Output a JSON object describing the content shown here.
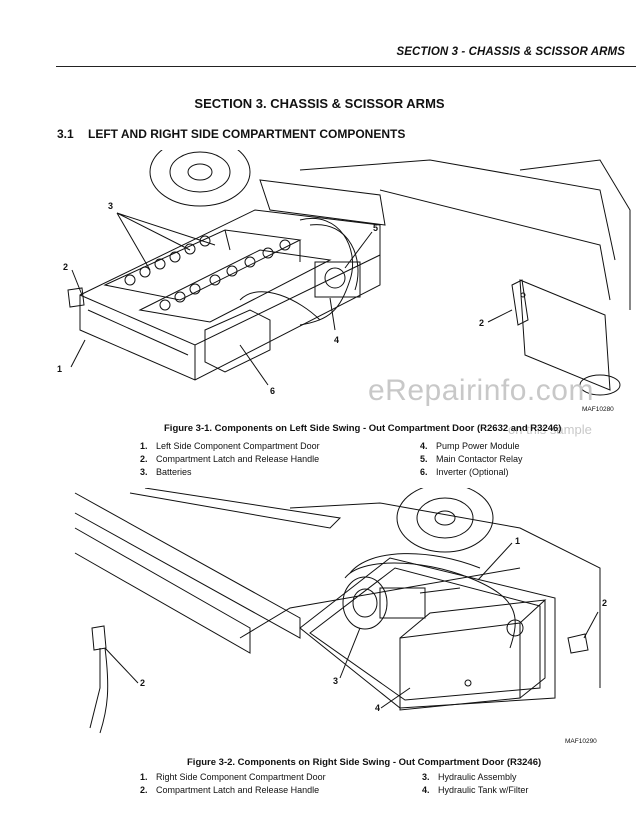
{
  "header": {
    "running_title": "SECTION 3 - CHASSIS & SCISSOR ARMS"
  },
  "section": {
    "title": "SECTION 3.  CHASSIS & SCISSOR ARMS"
  },
  "subsection": {
    "number": "3.1",
    "title": "LEFT AND RIGHT SIDE COMPARTMENT COMPONENTS"
  },
  "figure1": {
    "caption": "Figure 3-1.  Components on Left Side Swing - Out Compartment Door (R2632 and R3246)",
    "figure_id": "MAF10280",
    "callouts": [
      "1",
      "2",
      "2",
      "3",
      "4",
      "5",
      "6"
    ],
    "legend": [
      {
        "num": "1.",
        "text": "Left Side Component Compartment Door"
      },
      {
        "num": "2.",
        "text": "Compartment Latch and Release Handle"
      },
      {
        "num": "3.",
        "text": "Batteries"
      },
      {
        "num": "4.",
        "text": "Pump Power Module"
      },
      {
        "num": "5.",
        "text": "Main Contactor Relay"
      },
      {
        "num": "6.",
        "text": "Inverter (Optional)"
      }
    ]
  },
  "figure2": {
    "caption": "Figure 3-2.  Components on Right Side Swing - Out Compartment Door (R3246)",
    "figure_id": "MAF10290",
    "callouts": [
      "1",
      "2",
      "2",
      "3",
      "4"
    ],
    "legend": [
      {
        "num": "1.",
        "text": "Right Side Component Compartment Door"
      },
      {
        "num": "2.",
        "text": "Compartment Latch and Release Handle"
      },
      {
        "num": "3.",
        "text": "Hydraulic Assembly"
      },
      {
        "num": "4.",
        "text": "Hydraulic Tank w/Filter"
      }
    ]
  },
  "watermark": {
    "main": "eRepairinfo.com",
    "sub": "on this sample"
  }
}
